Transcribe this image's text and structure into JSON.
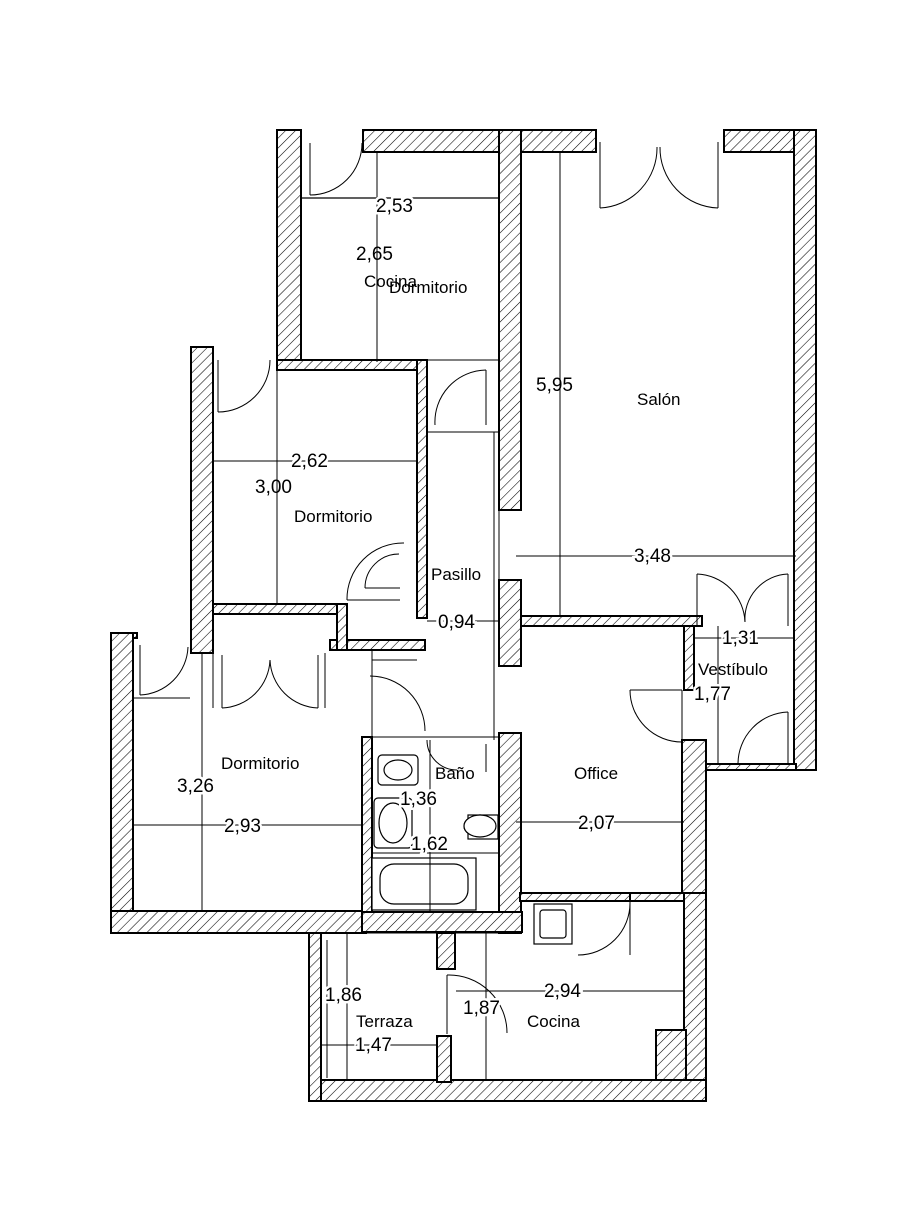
{
  "rooms": {
    "dormitorio_top": "Dormitorio",
    "cocina_overlap": "Cocina",
    "salon": "Salón",
    "dormitorio_mid": "Dormitorio",
    "pasillo": "Pasillo",
    "vestibulo": "Vestíbulo",
    "dormitorio_bottom": "Dormitorio",
    "bano": "Baño",
    "office": "Office",
    "terraza": "Terraza",
    "cocina": "Cocina"
  },
  "dimensions": {
    "d_2_53": "2,53",
    "d_2_65": "2,65",
    "d_5_95": "5,95",
    "d_2_62": "2,62",
    "d_3_00": "3,00",
    "d_3_48": "3,48",
    "d_0_94": "0,94",
    "d_1_31": "1,31",
    "d_1_77": "1,77",
    "d_3_26": "3,26",
    "d_2_93": "2,93",
    "d_1_36": "1,36",
    "d_1_62": "1,62",
    "d_2_07": "2,07",
    "d_2_94": "2,94",
    "d_1_86": "1,86",
    "d_1_87": "1,87",
    "d_1_47": "1,47"
  }
}
